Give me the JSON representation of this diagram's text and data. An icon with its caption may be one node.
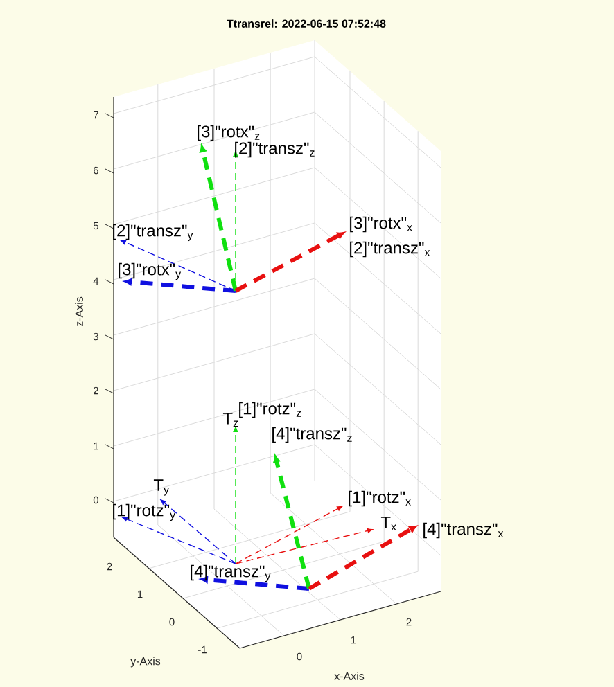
{
  "diagram": {
    "title": "Ttransrel: 2022-06-15 07:52:48",
    "labels": [
      "[3]\"rotx\"$_{z}$",
      "[2]\"transz\"$_{z}$",
      "[2]\"transz\"$_{y}$",
      "[3]\"rotx\"$_{x}$",
      "[2]\"transz\"$_{x}$",
      "[3]\"rotx\"$_{y}$",
      "T$_{z}$",
      "[1]\"rotz\"$_{z}$",
      "[4]\"transz\"$_{z}$",
      "T$_{y}$",
      "[1]\"rotz\"$_{y}$",
      "[1]\"rotz\"$_{x}$",
      "T$_{x}$",
      "[4]\"transz\"$_{x}$",
      "[4]\"transz\"$_{y}$",
      "7",
      "6",
      "5",
      "4",
      "3",
      "2",
      "1",
      "0",
      "z-Axis",
      "2",
      "1",
      "0",
      "-1",
      "y-Axis",
      "0",
      "1",
      "2",
      "x-Axis"
    ]
  }
}
